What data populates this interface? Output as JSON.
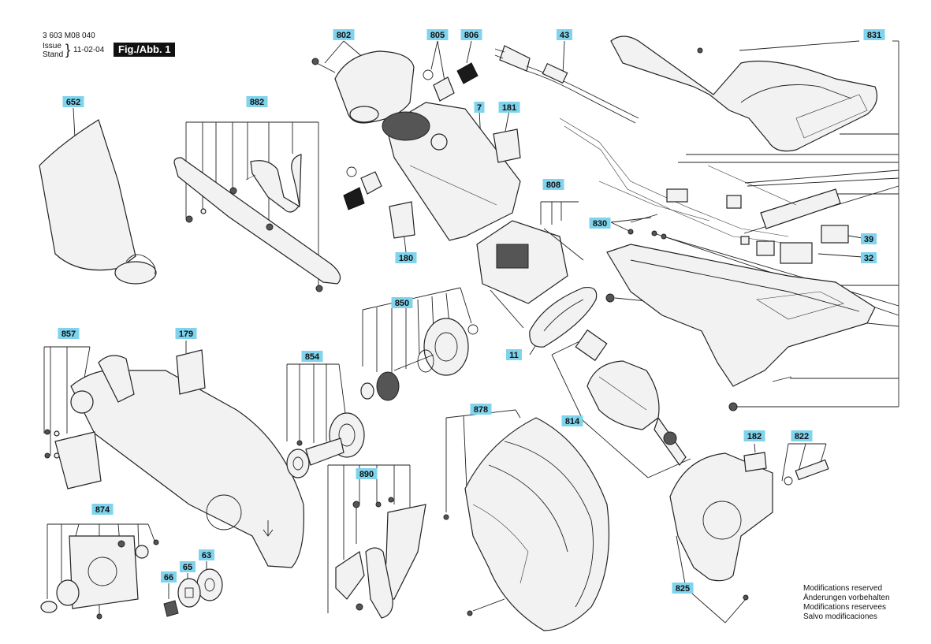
{
  "header": {
    "doc_number": "3 603 M08 040",
    "issue_label": "Issue",
    "stand_label": "Stand",
    "date": "11-02-04",
    "figure_label": "Fig./Abb. 1"
  },
  "callouts": [
    {
      "id": "802"
    },
    {
      "id": "805"
    },
    {
      "id": "806"
    },
    {
      "id": "43"
    },
    {
      "id": "831"
    },
    {
      "id": "652"
    },
    {
      "id": "882"
    },
    {
      "id": "7"
    },
    {
      "id": "181"
    },
    {
      "id": "808"
    },
    {
      "id": "830"
    },
    {
      "id": "39"
    },
    {
      "id": "32"
    },
    {
      "id": "180"
    },
    {
      "id": "850"
    },
    {
      "id": "11"
    },
    {
      "id": "857"
    },
    {
      "id": "179"
    },
    {
      "id": "854"
    },
    {
      "id": "878"
    },
    {
      "id": "814"
    },
    {
      "id": "182"
    },
    {
      "id": "822"
    },
    {
      "id": "890"
    },
    {
      "id": "874"
    },
    {
      "id": "63"
    },
    {
      "id": "65"
    },
    {
      "id": "66"
    },
    {
      "id": "825"
    }
  ],
  "footer": {
    "lines": [
      "Modifications reserved",
      "Änderungen vorbehalten",
      "Modifications reservees",
      "Salvo modificaciones"
    ]
  }
}
